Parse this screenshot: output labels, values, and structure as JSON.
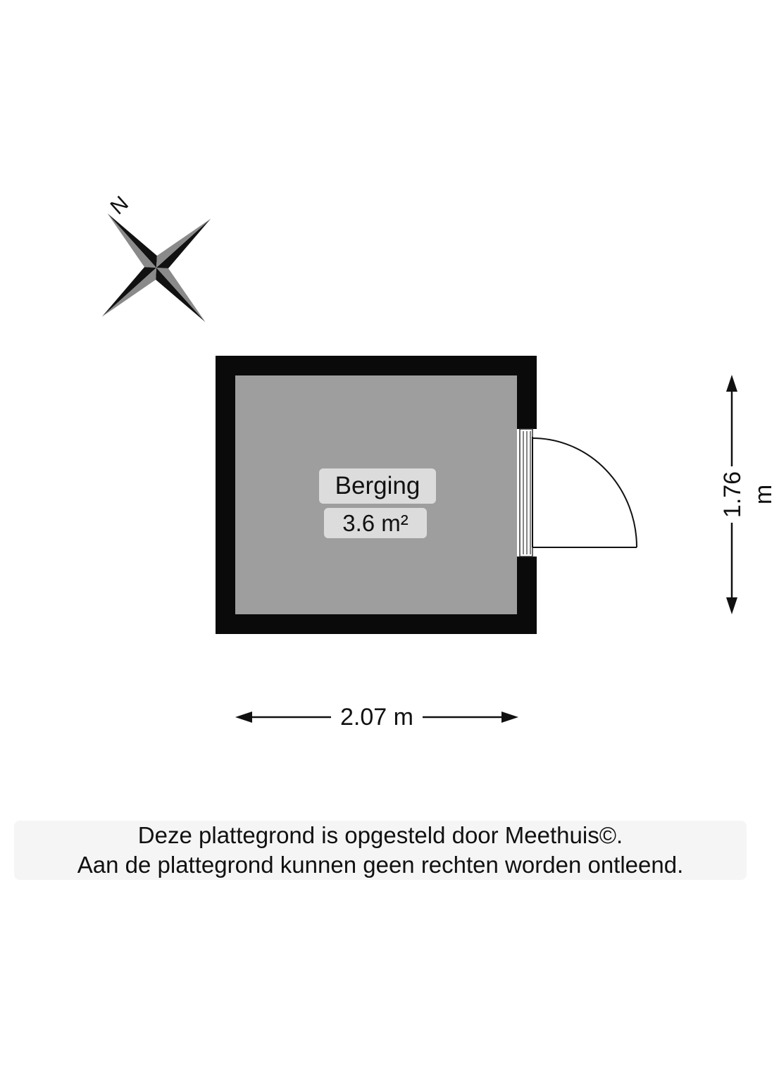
{
  "compass": {
    "north_label": "N",
    "icon": "compass-rose-icon"
  },
  "room": {
    "name": "Berging",
    "area": "3.6 m²"
  },
  "dimensions": {
    "width": "2.07 m",
    "height": "1.76 m"
  },
  "disclaimer": {
    "line1": "Deze plattegrond is opgesteld door Meethuis©.",
    "line2": "Aan de plattegrond kunnen geen rechten worden ontleend."
  },
  "colors": {
    "wall": "#0a0a0a",
    "floor": "#9e9e9e",
    "label_bg": "#dcdcdc"
  }
}
